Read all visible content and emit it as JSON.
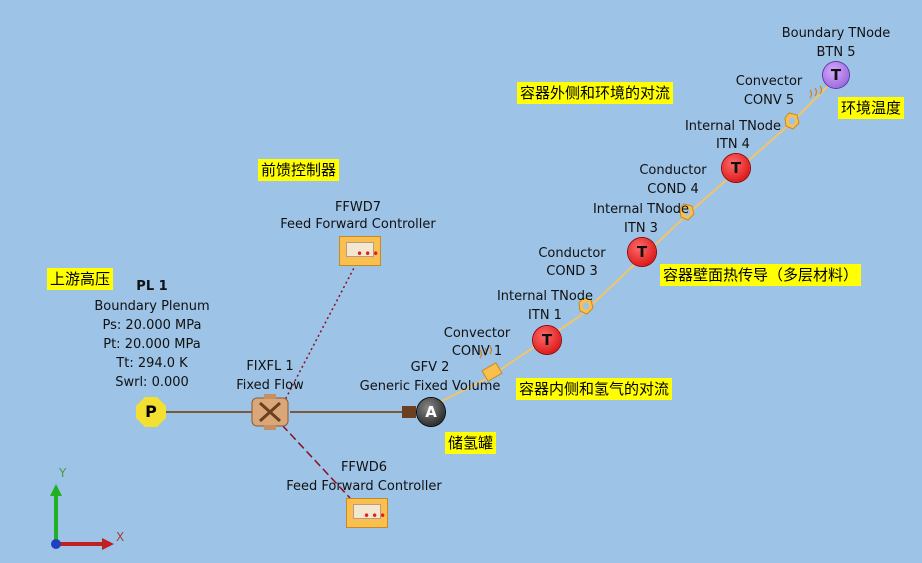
{
  "annotations": {
    "upstream_high_pressure": "上游高压",
    "feed_forward_controller_cn": "前馈控制器",
    "hydrogen_tank": "储氢罐",
    "inner_convection": "容器内侧和氢气的对流",
    "wall_conduction": "容器壁面热传导（多层材料）",
    "outer_convection": "容器外侧和环境的对流",
    "ambient_temperature": "环境温度"
  },
  "plenum": {
    "icon_letter": "P",
    "id": "PL 1",
    "type": "Boundary Plenum",
    "ps": "Ps: 20.000 MPa",
    "pt": "Pt: 20.000 MPa",
    "tt": "Tt: 294.0 K",
    "swrl": "Swrl: 0.000"
  },
  "fixed_flow": {
    "id": "FIXFL  1",
    "type": "Fixed Flow"
  },
  "ffwd7": {
    "id": "FFWD7",
    "type": "Feed Forward Controller"
  },
  "ffwd6": {
    "id": "FFWD6",
    "type": "Feed Forward Controller"
  },
  "gfv": {
    "icon_letter": "A",
    "id": "GFV 2",
    "type": "Generic Fixed Volume"
  },
  "conv1": {
    "type": "Convector",
    "id": "CONV  1"
  },
  "itn1": {
    "type": "Internal TNode",
    "id": "ITN  1"
  },
  "cond3": {
    "type": "Conductor",
    "id": "COND  3",
    "icon_letter": "T"
  },
  "itn3": {
    "type": "Internal TNode",
    "id": "ITN  3"
  },
  "cond4": {
    "type": "Conductor",
    "id": "COND  4",
    "icon_letter": "T"
  },
  "itn4": {
    "type": "Internal TNode",
    "id": "ITN  4"
  },
  "conv5": {
    "type": "Convector",
    "id": "CONV  5"
  },
  "btn5": {
    "type": "Boundary TNode",
    "id": "BTN  5",
    "icon_letter": "T"
  },
  "tnode_letter": "T",
  "axes": {
    "x": "X",
    "y": "Y"
  },
  "colors": {
    "background": "#9dc3e6",
    "note_highlight": "#ffff00",
    "tnode": "#e02020",
    "boundary_tnode": "#a070e0",
    "heat_link": "#f2c46a",
    "flow_link": "#7a5a3a"
  }
}
